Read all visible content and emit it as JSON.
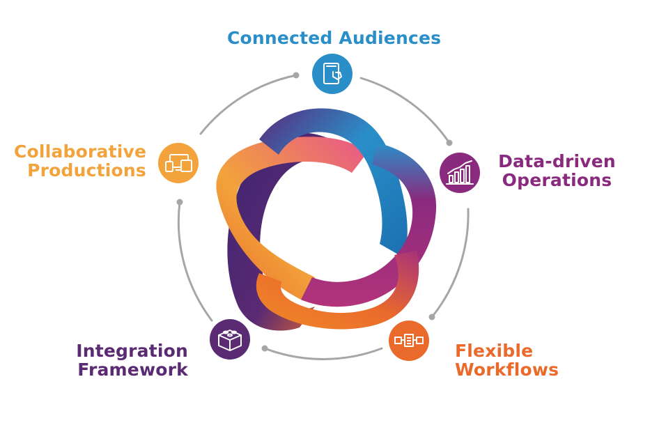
{
  "colors": {
    "blue": "#2a8fc9",
    "purple": "#8a2a7e",
    "orange": "#ea6a2b",
    "dark_purple": "#5a2a73",
    "amber": "#f2a33b",
    "ring": "#a6a6a6"
  },
  "nodes": [
    {
      "id": "connected-audiences",
      "lines": [
        "Connected Audiences"
      ],
      "icon": "tablet-touch-icon",
      "color": "#2a8fc9"
    },
    {
      "id": "data-driven-operations",
      "lines": [
        "Data-driven",
        "Operations"
      ],
      "icon": "bar-chart-icon",
      "color": "#8a2a7e"
    },
    {
      "id": "flexible-workflows",
      "lines": [
        "Flexible",
        "Workflows"
      ],
      "icon": "workflow-icon",
      "color": "#ea6a2b"
    },
    {
      "id": "integration-framework",
      "lines": [
        "Integration",
        "Framework"
      ],
      "icon": "building-block-icon",
      "color": "#5a2a73"
    },
    {
      "id": "collaborative-productions",
      "lines": [
        "Collaborative",
        "Productions"
      ],
      "icon": "multi-device-icon",
      "color": "#f2a33b"
    }
  ]
}
